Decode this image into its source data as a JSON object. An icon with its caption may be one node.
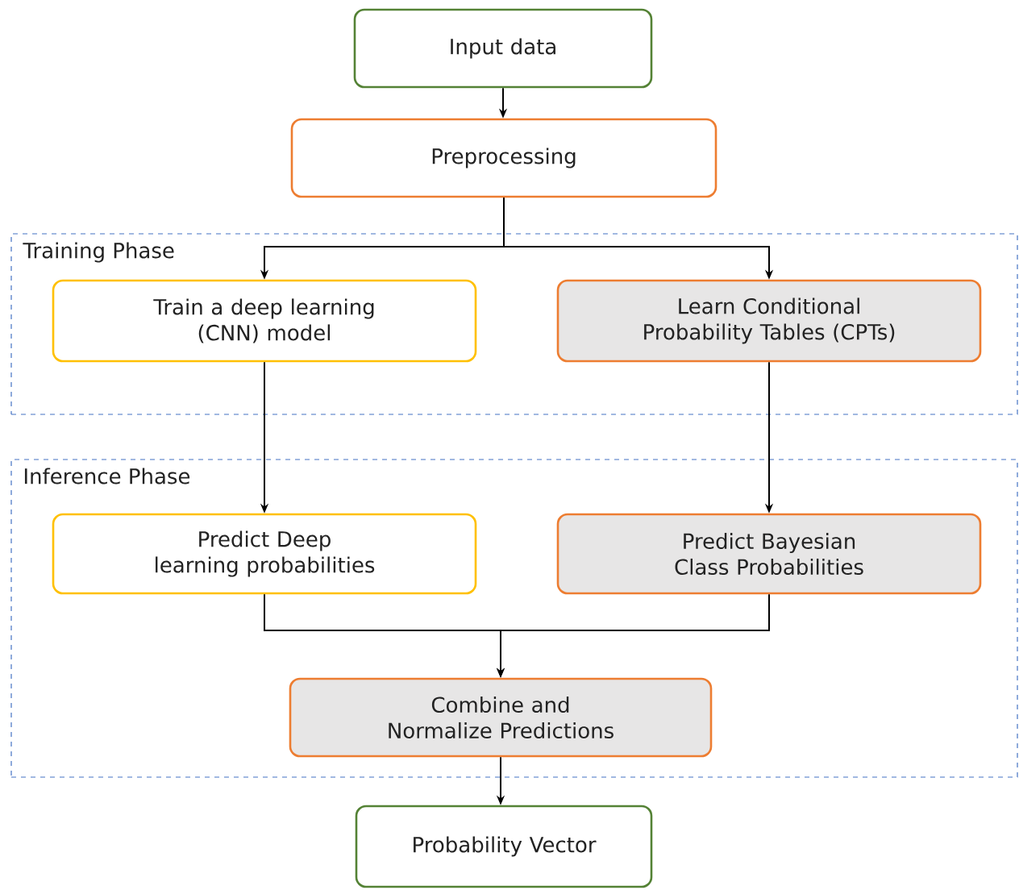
{
  "diagram": {
    "nodes": [
      {
        "text": [
          "Input data"
        ]
      },
      {
        "text": [
          "Preprocessing"
        ]
      },
      {
        "text": [
          "Training Phase"
        ]
      },
      {
        "text": [
          "Train a deep learning (CNN) model"
        ],
        "in": 2
      },
      {
        "text": [
          "Learn Conditional Probability Tables (CPTs)"
        ],
        "in": 2
      },
      {
        "text": [
          "Inference Phase"
        ]
      },
      {
        "text": [
          "Predict Deep learning probabilities"
        ],
        "in": 5
      },
      {
        "text": [
          "Predict Bayesian Class Probabilities"
        ],
        "in": 5
      },
      {
        "text": [
          "Combine and Normalize Predictions"
        ],
        "in": 5
      },
      {
        "text": [
          "Probability Vector"
        ]
      }
    ],
    "edges": [
      {
        "from": 0,
        "to": 1,
        "arrow": "to"
      },
      {
        "from": 1,
        "to": 3,
        "arrow": "to"
      },
      {
        "from": 1,
        "to": 4,
        "arrow": "to"
      },
      {
        "from": 3,
        "to": 6,
        "arrow": "to"
      },
      {
        "from": 4,
        "to": 7,
        "arrow": "to"
      },
      {
        "from": 6,
        "to": 8,
        "arrow": "to"
      },
      {
        "from": 7,
        "to": 8,
        "arrow": "to"
      },
      {
        "from": 8,
        "to": 9,
        "arrow": "to"
      }
    ]
  }
}
